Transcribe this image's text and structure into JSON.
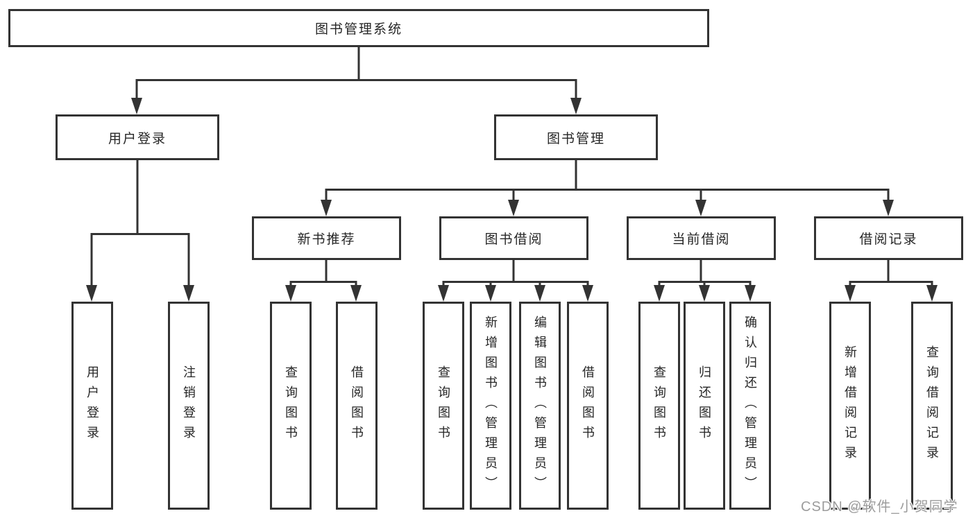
{
  "diagram": {
    "title": "图书管理系统",
    "level2": {
      "user_login": "用户登录",
      "book_management": "图书管理"
    },
    "level3": {
      "new_book_recommend": "新书推荐",
      "book_borrow": "图书借阅",
      "current_borrow": "当前借阅",
      "borrow_records": "借阅记录"
    },
    "leaves": {
      "user_login": "用户登录",
      "logout": "注销登录",
      "newbook_query_books": "查询图书",
      "newbook_borrow_books": "借阅图书",
      "borrow_query_books": "查询图书",
      "borrow_add_books_admin": "新增图书（管理员）",
      "borrow_edit_books_admin": "编辑图书（管理员）",
      "borrow_borrow_books": "借阅图书",
      "current_query_books": "查询图书",
      "current_return_books": "归还图书",
      "current_confirm_return_admin": "确认归还（管理员）",
      "records_add_record": "新增借阅记录",
      "records_query_record": "查询借阅记录"
    },
    "watermark": "CSDN @软件_小贺同学",
    "colors": {
      "line": "#333333",
      "text": "#262626",
      "watermark": "#9c9c9c",
      "background": "#ffffff"
    }
  }
}
